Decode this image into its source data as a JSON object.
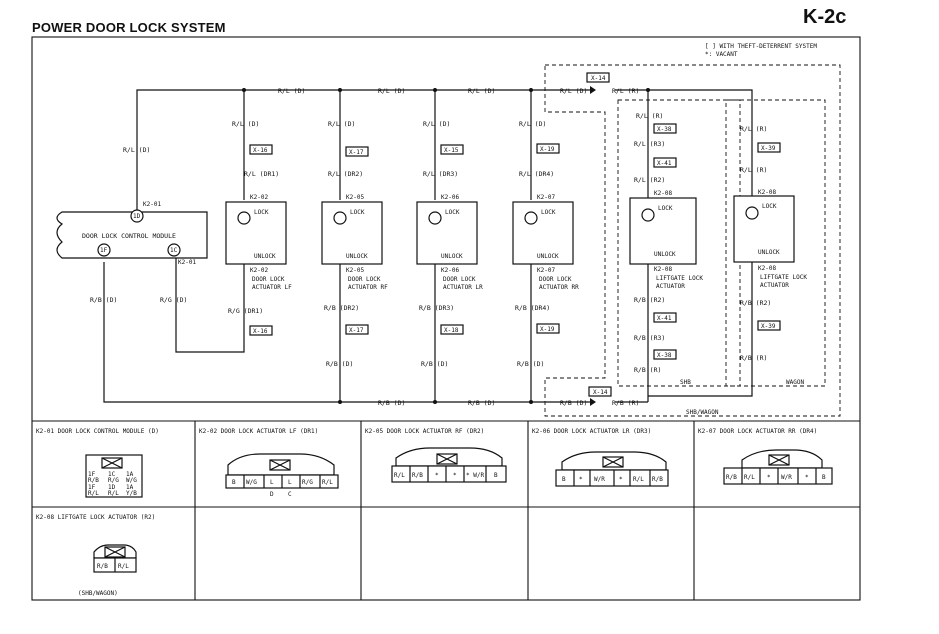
{
  "page": {
    "title": "POWER DOOR LOCK SYSTEM",
    "code": "K-2c"
  },
  "legend": {
    "theft": "[ ] WITH THEFT-DETERRENT SYSTEM",
    "vacant": "*: VACANT"
  },
  "wires": {
    "rl_d": "R/L (D)",
    "rl_r": "R/L (R)",
    "rb_d": "R/B (D)",
    "rb_r": "R/B (R)",
    "rg_d": "R/G (D)",
    "rl_r3": "R/L (R3)",
    "rl_r2": "R/L (R2)",
    "rb_r2": "R/B (R2)",
    "rb_r3": "R/B (R3)"
  },
  "module": {
    "name": "DOOR LOCK CONTROL MODULE",
    "pin_top": "1D",
    "pin_left": "1F",
    "pin_right": "1C",
    "conn_top": "K2-01",
    "conn_right": "K2-01"
  },
  "actuators": [
    {
      "top_wire": "R/L (D)",
      "top_joint": "X-16",
      "mid_wire": "R/L (DR1)",
      "conn_top": "K2-02",
      "lock": "LOCK",
      "unlock": "UNLOCK",
      "conn_bottom": "K2-02",
      "name1": "DOOR LOCK",
      "name2": "ACTUATOR LF",
      "bot_wire1": "R/G (DR1)",
      "bot_joint": "X-16",
      "bot_wire2": ""
    },
    {
      "top_wire": "R/L (D)",
      "top_joint": "X-17",
      "mid_wire": "R/L (DR2)",
      "conn_top": "K2-05",
      "lock": "LOCK",
      "unlock": "UNLOCK",
      "conn_bottom": "K2-05",
      "name1": "DOOR LOCK",
      "name2": "ACTUATOR RF",
      "bot_wire1": "R/B (DR2)",
      "bot_joint": "X-17",
      "bot_wire2": "R/B (D)"
    },
    {
      "top_wire": "R/L (D)",
      "top_joint": "X-15",
      "mid_wire": "R/L (DR3)",
      "conn_top": "K2-06",
      "lock": "LOCK",
      "unlock": "UNLOCK",
      "conn_bottom": "K2-06",
      "name1": "DOOR LOCK",
      "name2": "ACTUATOR LR",
      "bot_wire1": "R/B (DR3)",
      "bot_joint": "X-18",
      "bot_wire2": "R/B (D)"
    },
    {
      "top_wire": "R/L (D)",
      "top_joint": "X-19",
      "mid_wire": "R/L (DR4)",
      "conn_top": "K2-07",
      "lock": "LOCK",
      "unlock": "UNLOCK",
      "conn_bottom": "K2-07",
      "name1": "DOOR LOCK",
      "name2": "ACTUATOR RR",
      "bot_wire1": "R/B (DR4)",
      "bot_joint": "X-19",
      "bot_wire2": "R/B (D)"
    }
  ],
  "liftgates": [
    {
      "w1": "R/L (R)",
      "j1": "X-38",
      "w2": "R/L (R3)",
      "j2": "X-41",
      "w3": "R/L (R2)",
      "conn_top": "K2-08",
      "lock": "LOCK",
      "unlock": "UNLOCK",
      "conn_bottom": "K2-08",
      "name1": "LIFTGATE LOCK",
      "name2": "ACTUATOR",
      "b1": "R/B (R2)",
      "bj1": "X-41",
      "b2": "R/B (R3)",
      "bj2": "X-38",
      "b3": "R/B (R)",
      "region": "SHB"
    },
    {
      "w1": "R/L (R)",
      "j1": "X-39",
      "w3": "R/L (R)",
      "conn_top": "K2-08",
      "lock": "LOCK",
      "unlock": "UNLOCK",
      "conn_bottom": "K2-08",
      "name1": "LIFTGATE LOCK",
      "name2": "ACTUATOR",
      "b1": "R/B (R2)",
      "bj1": "X-39",
      "b3": "R/B (R)",
      "region": "WAGON"
    }
  ],
  "joints": {
    "top_x14": "X-14",
    "bottom_x14": "X-14"
  },
  "region_all": "SHB/WAGON",
  "connectors": [
    {
      "title": "K2-01 DOOR LOCK CONTROL MODULE (D)",
      "rows": [
        [
          "1F",
          "1C",
          "1A"
        ],
        [
          "R/B",
          "R/G",
          "W/G"
        ],
        [
          "1F",
          "1D",
          "1A"
        ],
        [
          "R/L",
          "R/L",
          "Y/B"
        ]
      ]
    },
    {
      "title": "K2-02 DOOR LOCK ACTUATOR LF (DR1)",
      "pins": [
        "B",
        "W/G",
        "L",
        "L",
        "R/G",
        "R/L"
      ],
      "below": [
        "D",
        "C"
      ]
    },
    {
      "title": "K2-05 DOOR LOCK ACTUATOR RF (DR2)",
      "pins": [
        "R/L",
        "R/B",
        "*",
        "*",
        "* W/R",
        "B"
      ]
    },
    {
      "title": "K2-06 DOOR LOCK ACTUATOR LR (DR3)",
      "pins": [
        "B",
        "*",
        "W/R",
        "*",
        "R/L",
        "R/B"
      ]
    },
    {
      "title": "K2-07 DOOR LOCK ACTUATOR RR (DR4)",
      "pins": [
        "R/B",
        "R/L",
        "*",
        "W/R",
        "*",
        "B"
      ]
    },
    {
      "title": "K2-08 LIFTGATE LOCK ACTUATOR (R2)",
      "pins": [
        "R/B",
        "R/L"
      ],
      "caption": "(SHB/WAGON)"
    }
  ]
}
